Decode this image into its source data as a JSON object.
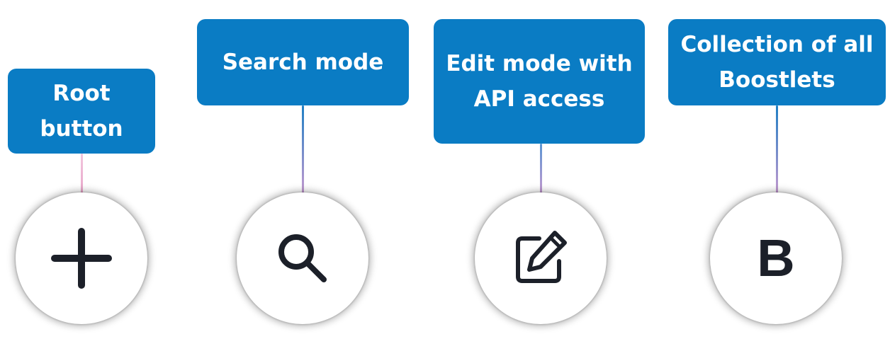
{
  "items": [
    {
      "label": "Root\nbutton",
      "icon": "plus-icon"
    },
    {
      "label": "Search mode",
      "icon": "search-icon"
    },
    {
      "label": "Edit mode with\nAPI access",
      "icon": "edit-icon"
    },
    {
      "label": "Collection of all\nBoostlets",
      "icon": "b-letter-icon",
      "glyph": "B"
    }
  ],
  "colors": {
    "label_background": "#0a7cc4",
    "label_text": "#ffffff",
    "icon": "#1c2029"
  }
}
